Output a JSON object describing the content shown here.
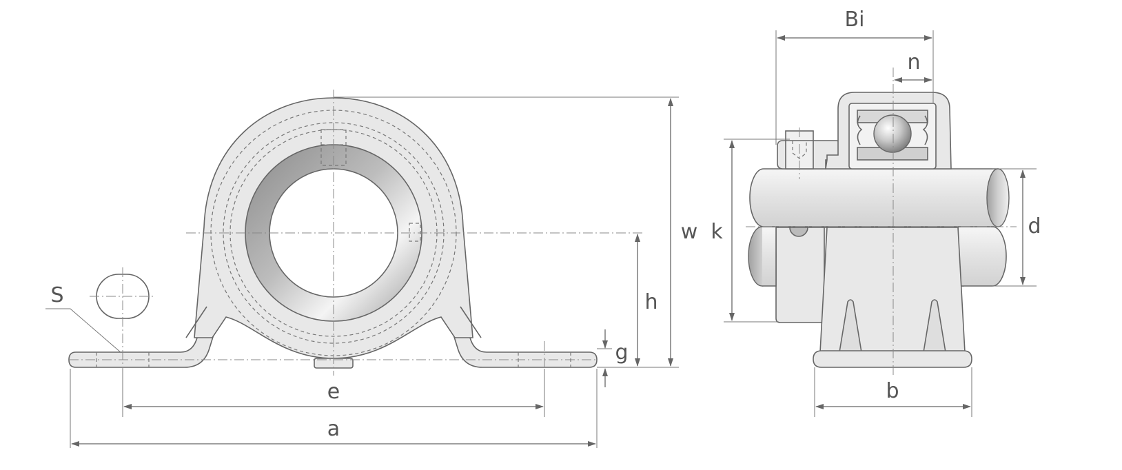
{
  "labels": {
    "a": "a",
    "e": "e",
    "s": "S",
    "h": "h",
    "g": "g",
    "w": "w",
    "k": "k",
    "bi": "Bi",
    "n": "n",
    "d": "d",
    "b": "b"
  },
  "colors": {
    "body": "#e8e8e8",
    "ring_dark": "#8a8a8a",
    "ring_light": "#f2f2f2",
    "outline": "#666666",
    "dimension": "#666666"
  }
}
